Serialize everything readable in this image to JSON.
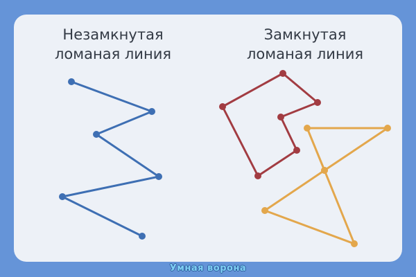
{
  "titles": {
    "open": {
      "line1": "Незамкнутая",
      "line2": "ломаная линия"
    },
    "closed": {
      "line1": "Замкнутая",
      "line2": "ломаная линия"
    }
  },
  "watermark": "Умная ворона",
  "colors": {
    "background": "#6594d8",
    "card": "#edf1f7",
    "open_line": "#3e6fb3",
    "closed_red": "#a23c42",
    "closed_yellow": "#e3a74c"
  },
  "figures": [
    {
      "id": "open-polyline",
      "closed": false,
      "color": "#3e6fb3"
    },
    {
      "id": "closed-polyline-red",
      "closed": true,
      "color": "#a23c42"
    },
    {
      "id": "closed-polyline-yellow",
      "closed": true,
      "color": "#e3a74c"
    }
  ]
}
